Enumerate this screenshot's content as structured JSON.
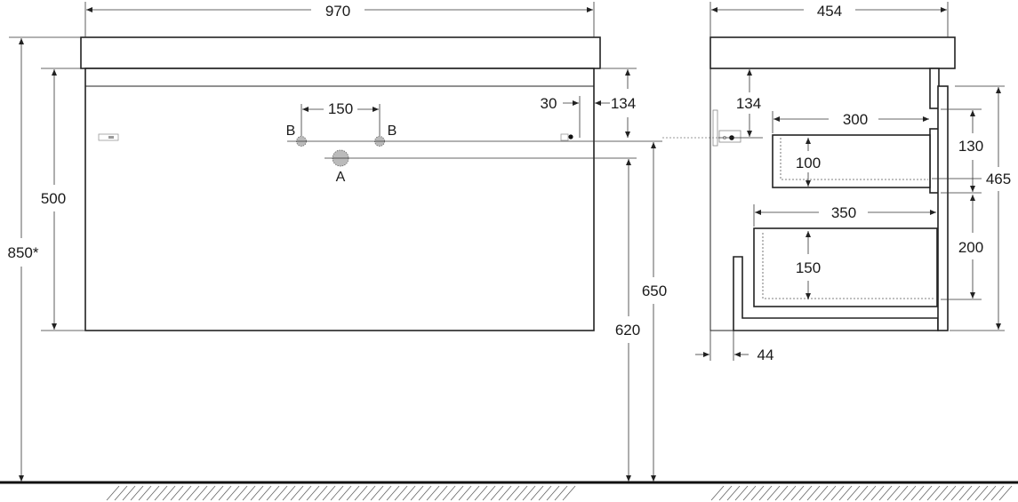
{
  "front_view": {
    "width_label": "970",
    "cabinet_height_label": "500",
    "total_height_label": "850*",
    "hole_spacing_label": "150",
    "mount_offset_label": "30",
    "mount_depth_label": "134",
    "drain_height_label": "620",
    "mount_height_label": "650",
    "inlet_left_label": "B",
    "inlet_right_label": "B",
    "drain_label": "A"
  },
  "side_view": {
    "depth_label": "454",
    "mount_depth_label": "134",
    "upper_drawer_width_label": "300",
    "upper_drawer_inner_label": "100",
    "upper_drawer_height_label": "130",
    "lower_drawer_width_label": "350",
    "lower_drawer_inner_label": "150",
    "lower_drawer_height_label": "200",
    "cabinet_height_label": "465",
    "plinth_offset_label": "44"
  },
  "colors": {
    "line": "#222222",
    "floor": "#111111",
    "fixture_fill": "#bbbbbb"
  }
}
